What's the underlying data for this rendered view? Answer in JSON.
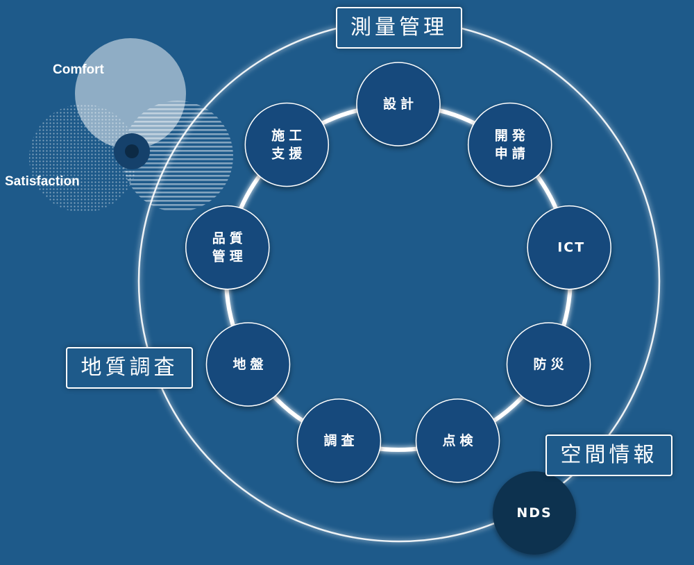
{
  "outer_labels": {
    "top": "測量管理",
    "left": "地質調査",
    "right": "空間情報"
  },
  "nodes": [
    {
      "id": "design",
      "lines": [
        "設計"
      ]
    },
    {
      "id": "dev-application",
      "lines": [
        "開発",
        "申請"
      ]
    },
    {
      "id": "ict",
      "lines": [
        "ICT"
      ]
    },
    {
      "id": "disaster-prevention",
      "lines": [
        "防災"
      ]
    },
    {
      "id": "inspection",
      "lines": [
        "点検"
      ]
    },
    {
      "id": "investigation",
      "lines": [
        "調査"
      ]
    },
    {
      "id": "ground",
      "lines": [
        "地盤"
      ]
    },
    {
      "id": "quality-control",
      "lines": [
        "品質",
        "管理"
      ]
    },
    {
      "id": "construction-support",
      "lines": [
        "施工",
        "支援"
      ]
    }
  ],
  "nds": {
    "label": "NDS"
  },
  "venn": {
    "comfort": "Comfort",
    "satisfaction": "Satisfaction"
  },
  "colors": {
    "background": "#1e5a8a",
    "node_fill": "#154a7c",
    "nds_fill": "#10324f",
    "ring": "#ffffff"
  }
}
